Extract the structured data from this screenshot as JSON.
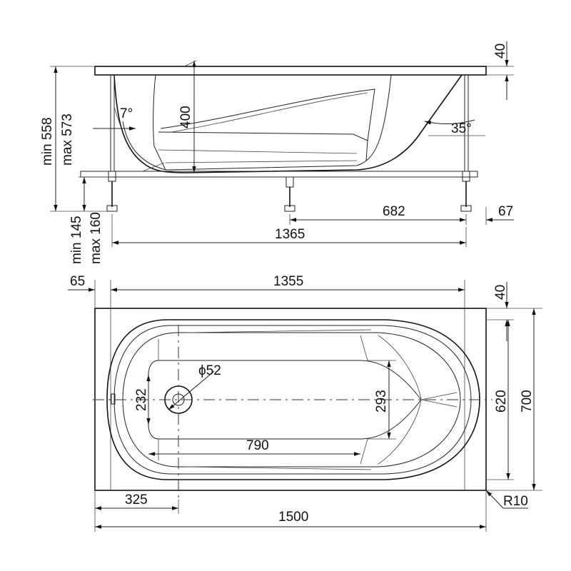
{
  "side_view": {
    "height_min": "min 558",
    "height_max": "max 573",
    "legs_min": "min 145",
    "legs_max": "max 160",
    "rim": "40",
    "depth": "400",
    "angle_head": "7°",
    "angle_back": "35°",
    "leg_span": "682",
    "leg_offset": "67",
    "frame_length": "1365"
  },
  "top_view": {
    "offset": "65",
    "inner_length": "1355",
    "rim": "40",
    "drain_diameter": "ϕ52",
    "drain_width": "232",
    "bottom_width": "293",
    "bottom_length": "790",
    "inner_width": "620",
    "width": "700",
    "drain_offset": "325",
    "length": "1500",
    "corner_radius": "R10"
  }
}
